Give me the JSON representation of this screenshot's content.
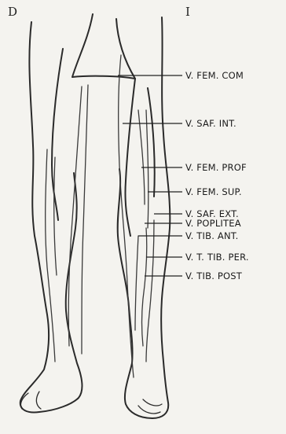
{
  "side_labels": {
    "right": "D",
    "left": "I"
  },
  "labels": [
    "V. FEM. COM",
    "V. SAF. INT.",
    "V. FEM. PROF",
    "V. FEM. SUP.",
    "V. POPLITEA",
    "V. SAF. EXT.",
    "V. TIB. ANT.",
    "V. T. TIB. PER.",
    "V. TIB. POST"
  ]
}
